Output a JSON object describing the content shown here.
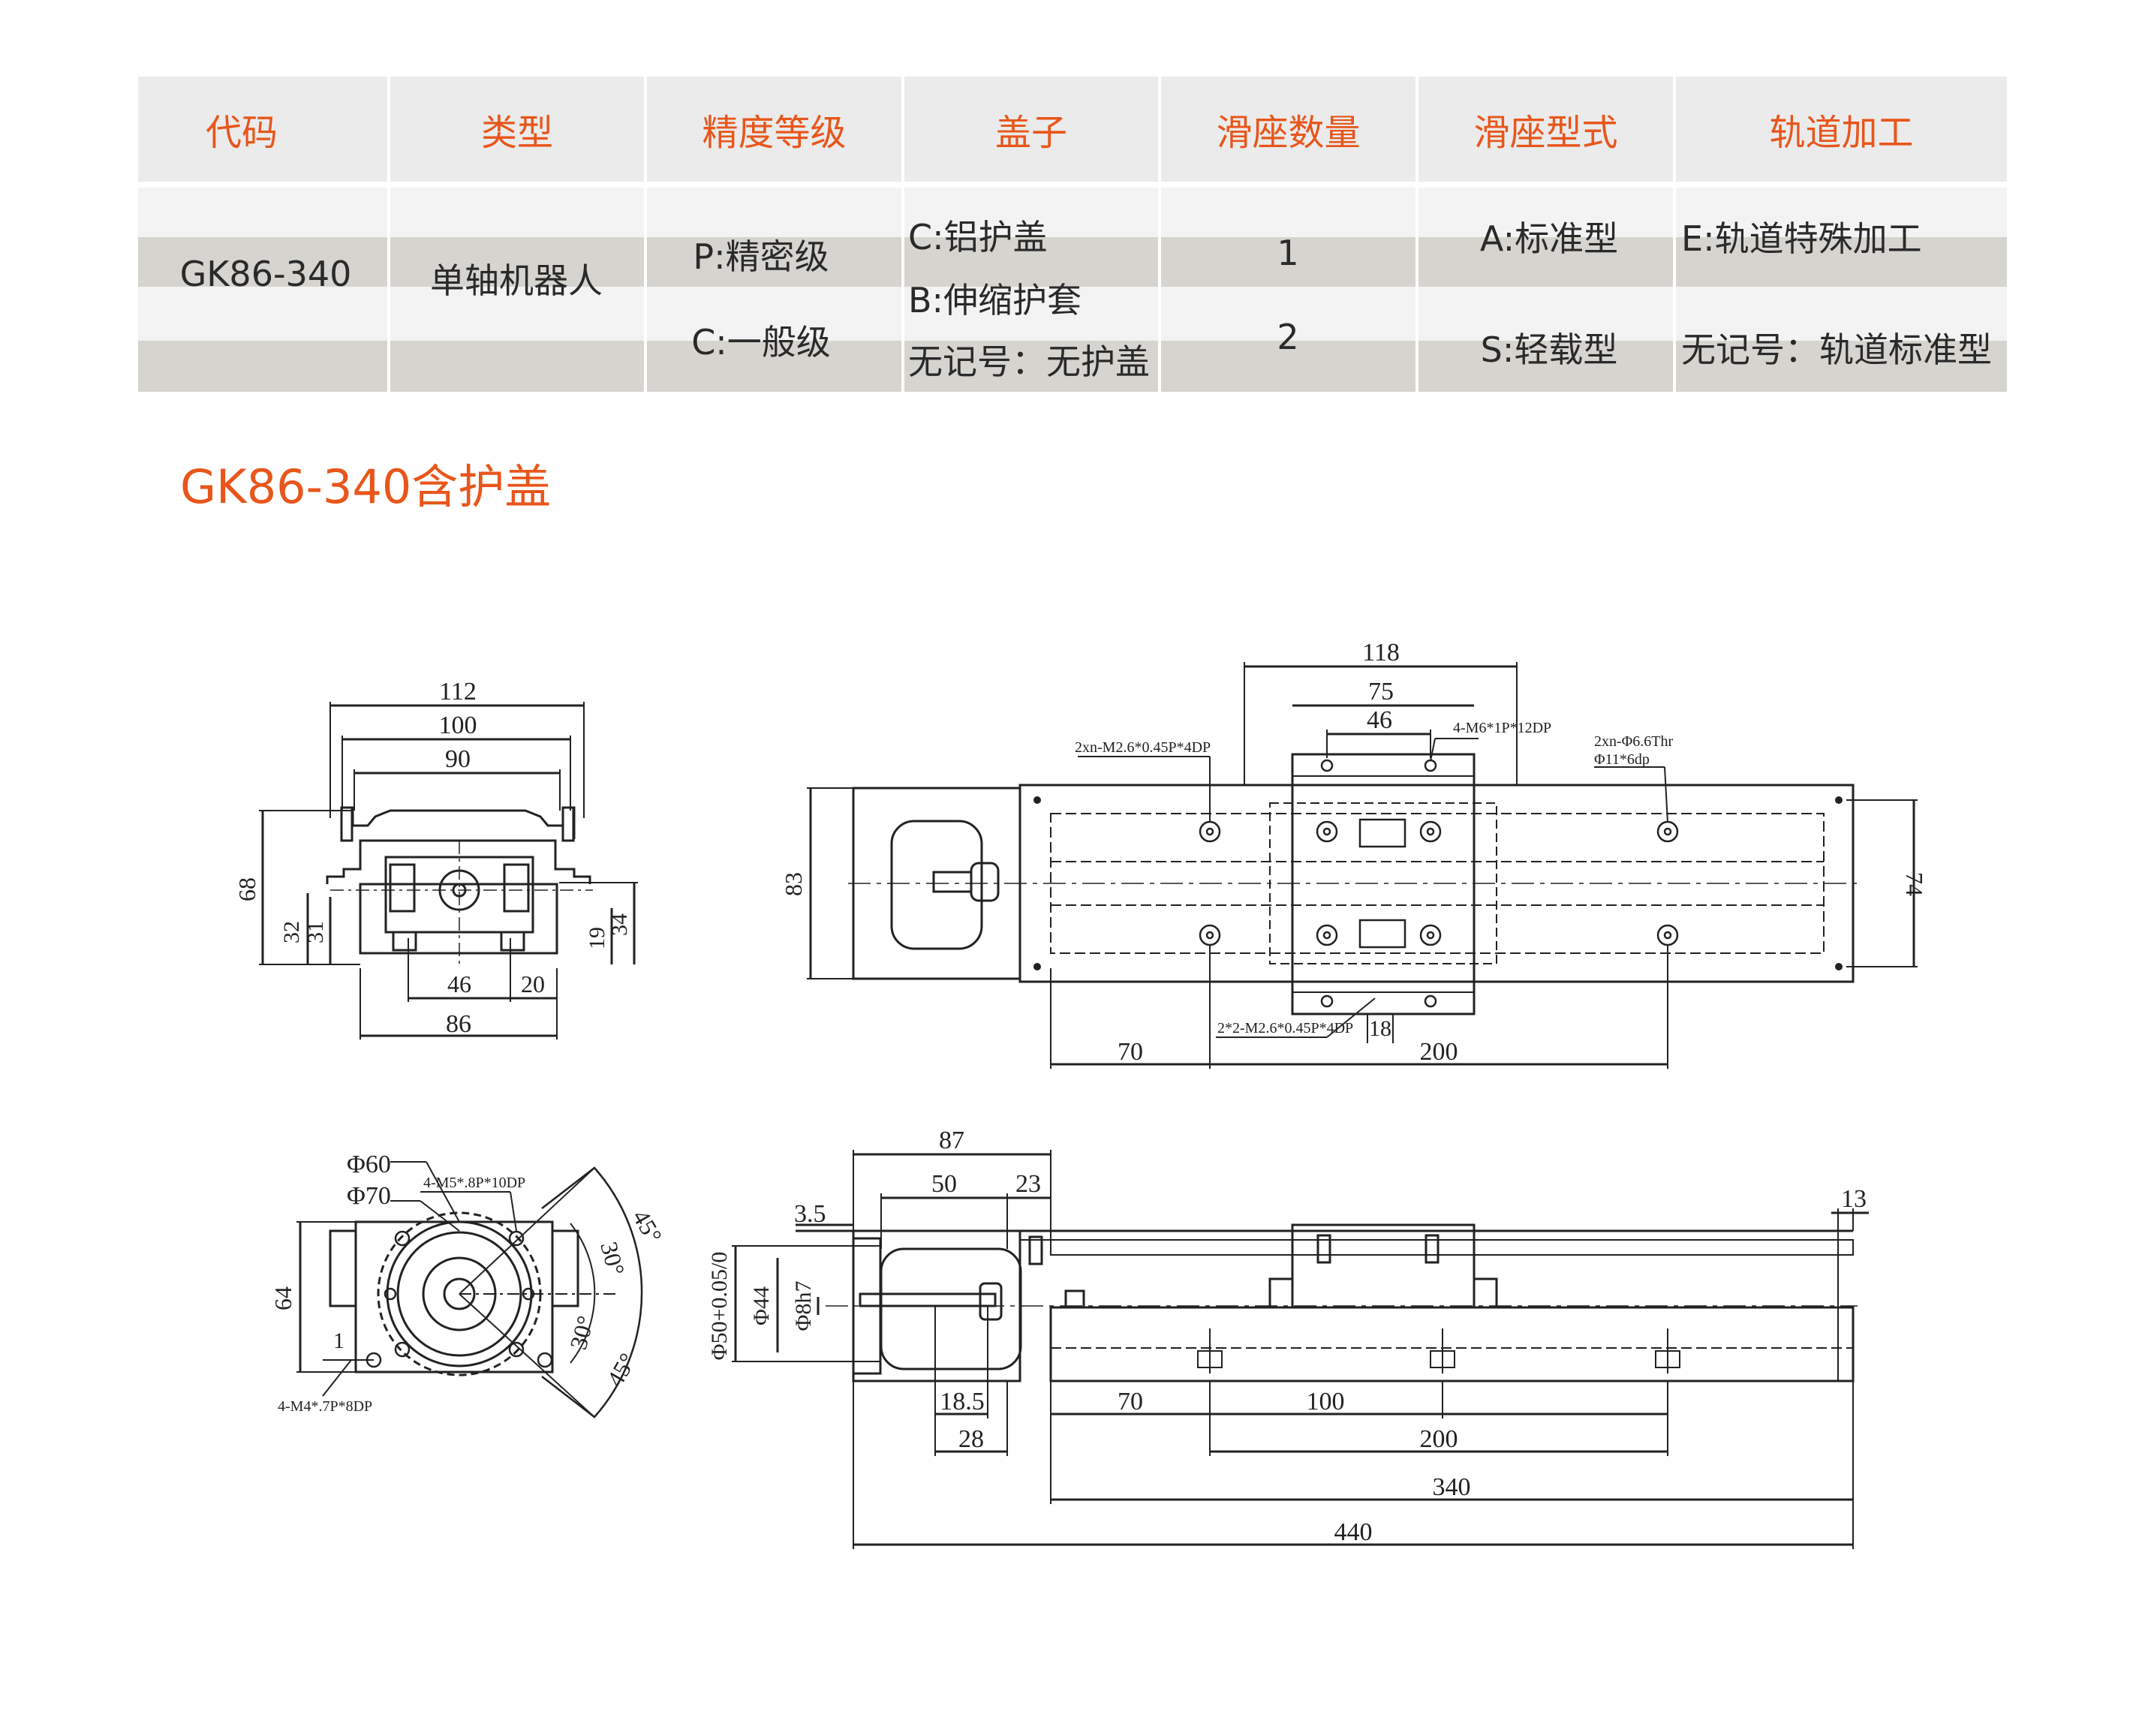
{
  "table": {
    "headers": [
      "代码",
      "类型",
      "精度等级",
      "盖子",
      "滑座数量",
      "滑座型式",
      "轨道加工"
    ],
    "code": "GK86-340",
    "type": "单轴机器人",
    "precision": [
      "P:精密级",
      "C:一般级"
    ],
    "cover": [
      "C:铝护盖",
      "B:伸缩护套",
      "无记号：无护盖"
    ],
    "slider_count": [
      "1",
      "2"
    ],
    "slider_type": [
      "A:标准型",
      "S:轻载型"
    ],
    "rail_processing": [
      "E:轨道特殊加工",
      "无记号：轨道标准型"
    ]
  },
  "section_title": "GK86-340含护盖",
  "drawing": {
    "front_view": {
      "dims": [
        "112",
        "100",
        "90",
        "68",
        "32",
        "31",
        "46",
        "20",
        "86",
        "19",
        "34"
      ]
    },
    "top_view": {
      "dims": [
        "118",
        "75",
        "46",
        "83",
        "74",
        "70",
        "200",
        "18"
      ],
      "notes": [
        "2xn-M2.6*0.45P*4DP",
        "4-M6*1P*12DP",
        "2xn-Φ6.6Thr",
        "Φ11*6dp",
        "2*2-M2.6*0.45P*4DP"
      ]
    },
    "flange_view": {
      "dims": [
        "Φ60",
        "Φ70",
        "64",
        "1",
        "45°",
        "30°",
        "30°",
        "45°"
      ],
      "notes": [
        "4-M5*.8P*10DP",
        "4-M4*.7P*8DP"
      ]
    },
    "side_view": {
      "dims": [
        "87",
        "50",
        "23",
        "3.5",
        "Φ50+0.05/0",
        "Φ44",
        "Φ8h7",
        "18.5",
        "28",
        "70",
        "100",
        "200",
        "340",
        "440",
        "13"
      ]
    }
  },
  "colors": {
    "accent": "#e8561b",
    "header_bg": "#ebebeb",
    "band_light": "#f3f3f3",
    "band_dark": "#d6d4cf",
    "line": "#222222"
  }
}
